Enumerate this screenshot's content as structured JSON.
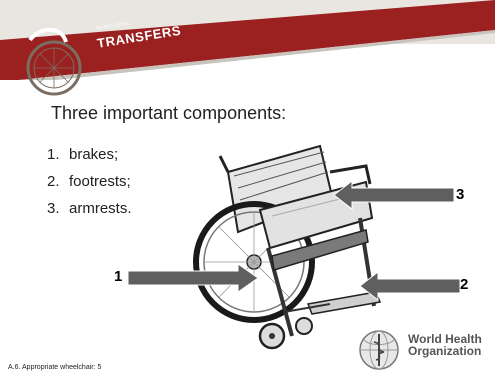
{
  "header": {
    "level": "BASIC LEVEL",
    "title": "TRANSFERS"
  },
  "content": {
    "subtitle": "Three important components:",
    "items": [
      {
        "number": "1.",
        "label": "brakes;"
      },
      {
        "number": "2.",
        "label": "footrests;"
      },
      {
        "number": "3.",
        "label": "armrests."
      }
    ]
  },
  "callouts": {
    "brakes": "1",
    "footrests": "2",
    "armrests": "3"
  },
  "footer": {
    "text": "A.6. Appropriate wheelchair: 5"
  },
  "logo": {
    "line1": "World Health",
    "line2": "Organization"
  },
  "colors": {
    "banner": "#9b2020",
    "arrow": "#5f5f5f"
  }
}
